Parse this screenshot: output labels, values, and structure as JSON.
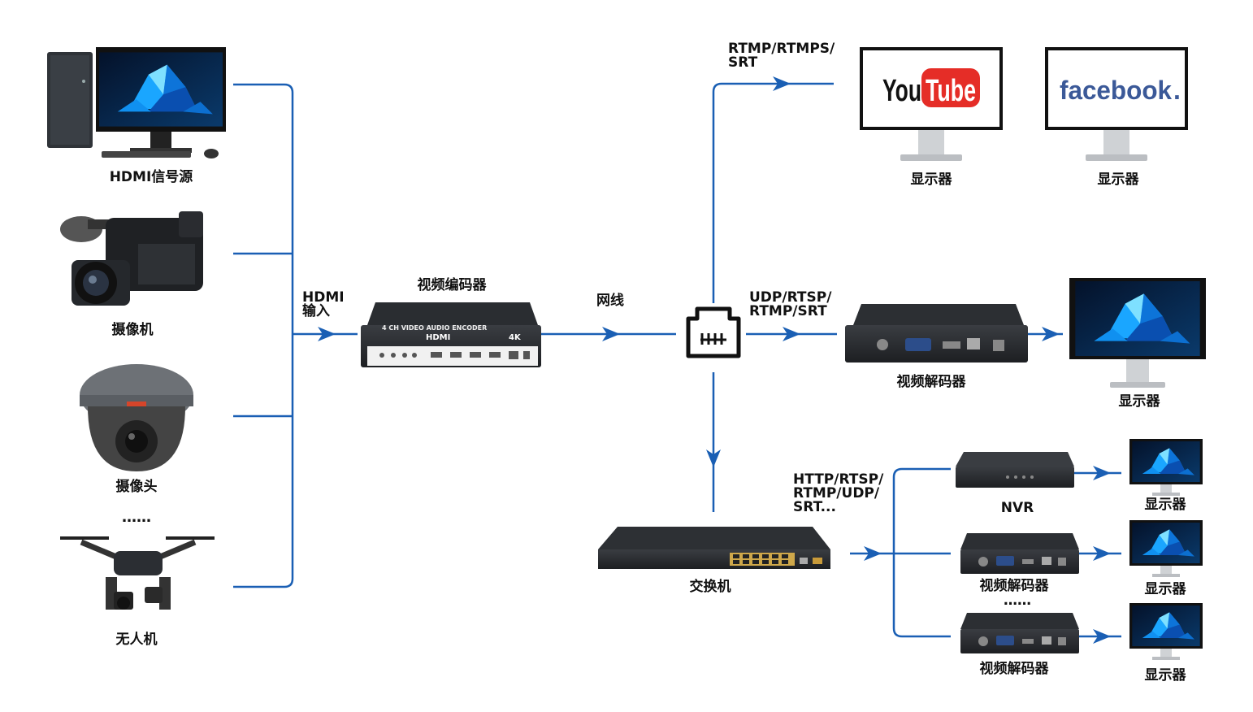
{
  "colors": {
    "line": "#1a5fb4",
    "screen": "#0b2a4a",
    "device": "#2a2d31",
    "youtube_red": "#e52d27",
    "facebook_blue": "#3b5998"
  },
  "sources": {
    "hdmi_source": "HDMI信号源",
    "camcorder": "摄像机",
    "camera": "摄像头",
    "ellipsis": "……",
    "drone": "无人机"
  },
  "encoder": {
    "title": "视频编码器",
    "input_line1": "HDMI",
    "input_line2": "输入",
    "panel_text": "4 CH VIDEO AUDIO ENCODER",
    "brand": "HDMI",
    "badge": "4K"
  },
  "network": {
    "cable_label": "网线"
  },
  "outputs": {
    "streaming_protocol_line1": "RTMP/RTMPS/",
    "streaming_protocol_line2": "SRT",
    "youtube_you": "You",
    "youtube_tube": "Tube",
    "facebook": "facebook",
    "facebook_dot": ".",
    "display": "显示器",
    "decoder_protocol_line1": "UDP/RTSP/",
    "decoder_protocol_line2": "RTMP/SRT",
    "decoder": "视频解码器"
  },
  "switch_branch": {
    "protocol_line1": "HTTP/RTSP/",
    "protocol_line2": "RTMP/UDP/",
    "protocol_line3": "SRT...",
    "switch": "交换机",
    "nvr": "NVR",
    "decoder": "视频解码器",
    "ellipsis": "……",
    "display": "显示器"
  },
  "icons": [
    "desktop-pc-icon",
    "camcorder-icon",
    "dome-camera-icon",
    "drone-icon",
    "encoder-icon",
    "ethernet-port-icon",
    "monitor-icon",
    "decoder-icon",
    "switch-icon",
    "nvr-icon",
    "arrow-icon"
  ]
}
